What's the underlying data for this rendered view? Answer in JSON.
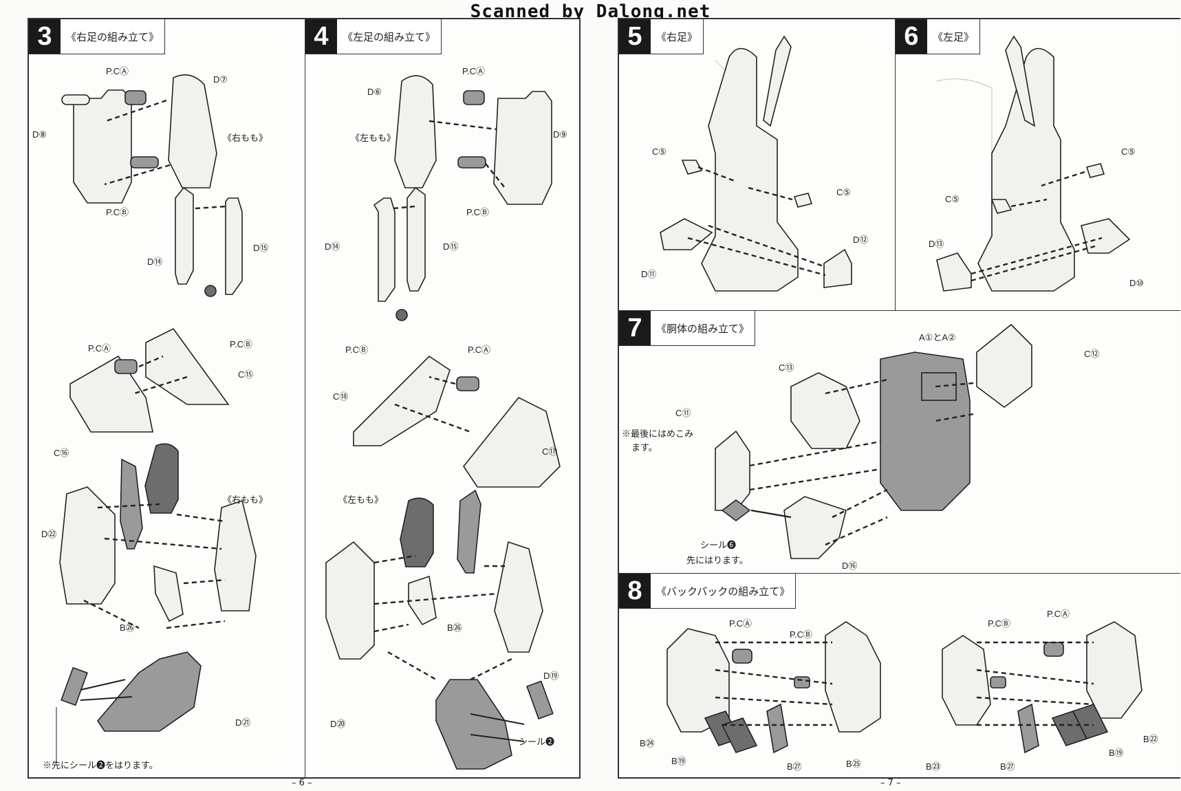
{
  "scan_credit": "Scanned by Dalong.net",
  "left_page": {
    "page_number": "– 6 –",
    "step3": {
      "number": "3",
      "title": "《右足の組み立て》",
      "labels": {
        "pca1": "P.CⒶ",
        "d7": "D⑦",
        "d8": "D⑧",
        "pcb1": "P.CⒷ",
        "migimomo1": "《右もも》",
        "d14": "D⑭",
        "d15": "D⑮",
        "pcb2": "P.CⒷ",
        "pca2": "P.CⒶ",
        "c15": "C⑮",
        "c16": "C⑯",
        "migimomo2": "《右もも》",
        "d22": "D㉒",
        "b26": "B㉖",
        "d21": "D㉑"
      },
      "note": "※先にシール❷をはります。"
    },
    "step4": {
      "number": "4",
      "title": "《左足の組み立て》",
      "labels": {
        "pca1": "P.CⒶ",
        "d6": "D⑥",
        "d9": "D⑨",
        "hidarimomo1": "《左もも》",
        "pcb1": "P.CⒷ",
        "d14": "D⑭",
        "d15": "D⑮",
        "pcb2": "P.CⒷ",
        "pca2": "P.CⒶ",
        "c18": "C⑱",
        "c17": "C⑰",
        "hidarimomo2": "《左もも》",
        "b26": "B㉖",
        "d19": "D⑲",
        "d20": "D⑳",
        "seal2": "シール❷"
      }
    }
  },
  "right_page": {
    "page_number": "– 7 –",
    "step5": {
      "number": "5",
      "title": "《右足》",
      "labels": {
        "c5a": "C⑤",
        "c5b": "C⑤",
        "d12": "D⑫",
        "d11": "D⑪"
      }
    },
    "step6": {
      "number": "6",
      "title": "《左足》",
      "labels": {
        "c5a": "C⑤",
        "c5b": "C⑤",
        "d13": "D⑬",
        "d10": "D⑩"
      }
    },
    "step7": {
      "number": "7",
      "title": "《胴体の組み立て》",
      "labels": {
        "a1a2": "A①とA②",
        "c13": "C⑬",
        "c12": "C⑫",
        "c11": "C⑪",
        "seal6": "シール❻",
        "seal6_note": "先にはります。",
        "d16": "D⑯"
      },
      "note_line1": "※最後にはめこみ",
      "note_line2": "ます。"
    },
    "step8": {
      "number": "8",
      "title": "《バックパックの組み立て》",
      "labels": {
        "pca_l": "P.CⒶ",
        "pcb_l": "P.CⒷ",
        "b24": "B㉔",
        "b19_l": "B⑲",
        "b27_l": "B㉗",
        "b25": "B㉕",
        "pcb_r": "P.CⒷ",
        "pca_r": "P.CⒶ",
        "b23": "B㉓",
        "b27_r": "B㉗",
        "b19_r": "B⑲",
        "b22": "B㉒"
      }
    }
  }
}
